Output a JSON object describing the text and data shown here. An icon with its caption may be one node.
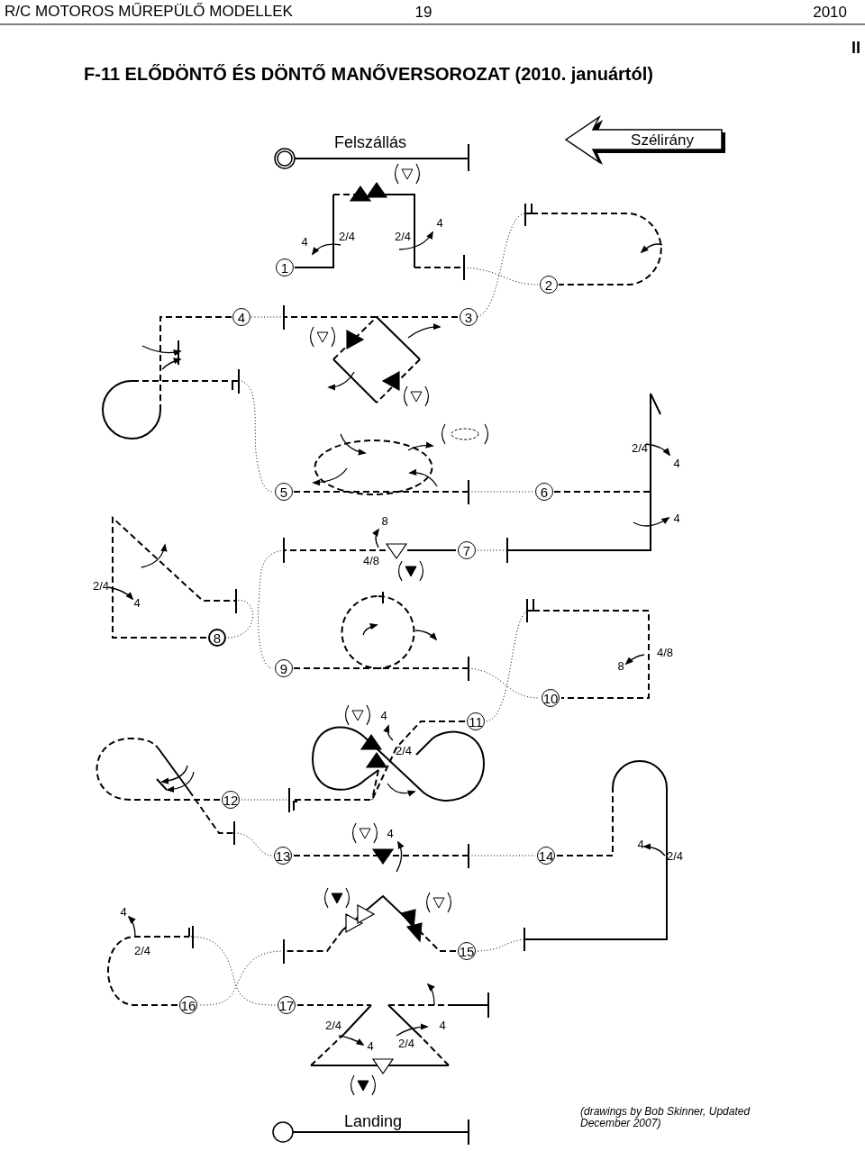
{
  "diagram": {
    "title": "F-11 ELŐDÖNTŐ ÉS DÖNTŐ MANŐVERSOROZAT (2010. januártól)",
    "caption": "(drawings by Bob Skinner, Updated December 2007)",
    "labels": [
      "R/C MOTOROS MŰREPÜLŐ MODELLEK",
      "19",
      "2010",
      "II",
      "Felszállás",
      "Szélirány",
      "1",
      "4",
      "2/4",
      "2/4",
      "4",
      "2",
      "4",
      "3",
      "2/4",
      "4",
      "5",
      "6",
      "8",
      "4",
      "4/8",
      "7",
      "2/4",
      "4",
      "8",
      "9",
      "8",
      "4/8",
      "10",
      "4",
      "11",
      "2/4",
      "12",
      "4",
      "4",
      "13",
      "14",
      "2/4",
      "4",
      "2/4",
      "15",
      "16",
      "17",
      "2/4",
      "4",
      "2/4",
      "4",
      "Landing"
    ]
  }
}
